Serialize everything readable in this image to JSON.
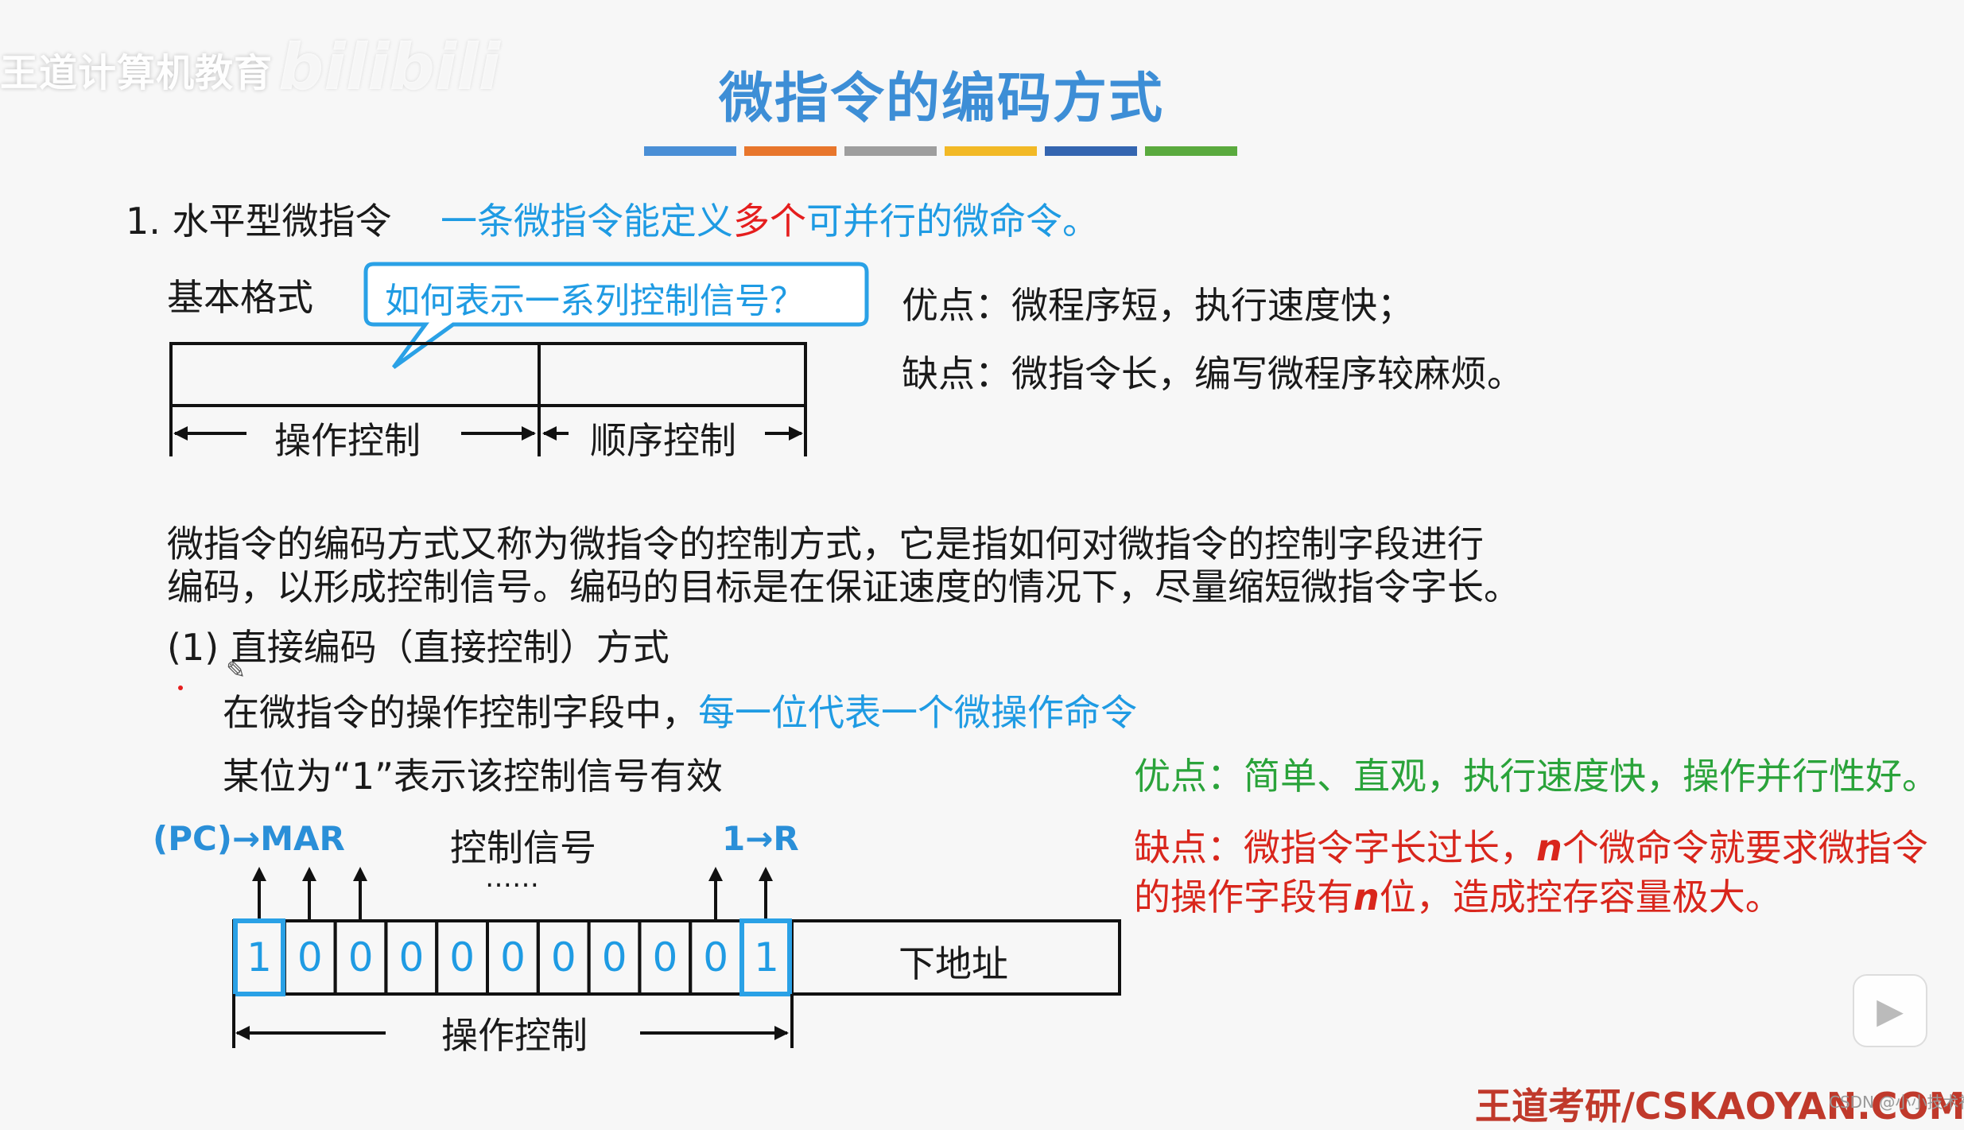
{
  "header": {
    "logo_text": "王道计算机教育",
    "watermark": "bilibili",
    "title": "微指令的编码方式",
    "stripe_colors": [
      "#4a8fd6",
      "#e8762c",
      "#9e9e9e",
      "#f2b926",
      "#3465b0",
      "#5aaa3e"
    ]
  },
  "section1": {
    "heading": "1. 水平型微指令",
    "desc_pre": "一条微指令能定义",
    "desc_highlight": "多个",
    "desc_post": "可并行的微命令。",
    "basic_format": "基本格式",
    "bubble": "如何表示一系列控制信号？",
    "field_op": "操作控制",
    "field_seq": "顺序控制",
    "pro": "优点：微程序短，执行速度快；",
    "con": "缺点：微指令长，编写微程序较麻烦。"
  },
  "paragraph": {
    "line1": "微指令的编码方式又称为微指令的控制方式，它是指如何对微指令的控制字段进行",
    "line2": "编码，以形成控制信号。编码的目标是在保证速度的情况下，尽量缩短微指令字长。"
  },
  "direct": {
    "heading": "(1) 直接编码（直接控制）方式",
    "line1_pre": "在微指令的操作控制字段中，",
    "line1_highlight": "每一位代表一个微操作命令",
    "line2": "某位为“1”表示该控制信号有效",
    "pro": "优点：简单、直观，执行速度快，操作并行性好。",
    "con_a": "缺点：微指令字长过长，",
    "con_n1": "n",
    "con_b": "个微命令就要求微指令",
    "con_c": "的操作字段有",
    "con_n2": "n",
    "con_d": "位，造成控存容量极大。"
  },
  "diagram": {
    "sig_pc_mar": "(PC)→MAR",
    "sig_label": "控制信号",
    "ellipsis": "……",
    "sig_1r": "1→R",
    "bits": [
      "1",
      "0",
      "0",
      "0",
      "0",
      "0",
      "0",
      "0",
      "0",
      "0",
      "1"
    ],
    "next_addr": "下地址",
    "op_label": "操作控制"
  },
  "footer": {
    "site": "王道考研/CSKAOYAN.COM",
    "csdn": "CSDN @小小技术社区"
  }
}
